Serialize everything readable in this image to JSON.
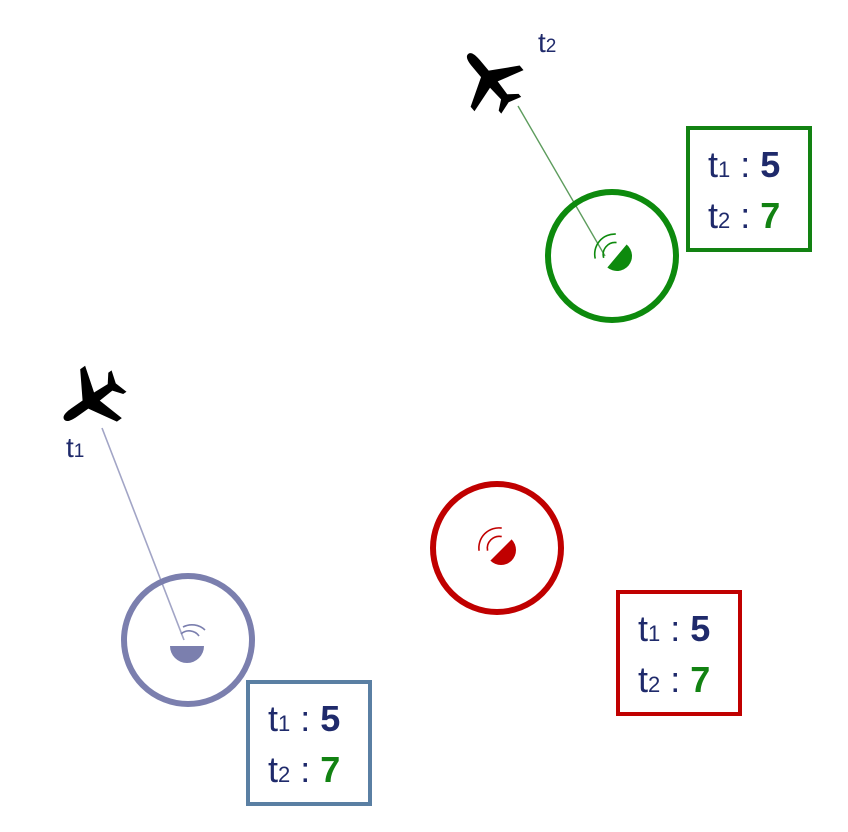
{
  "colors": {
    "green": "#0d8a0d",
    "red": "#c00000",
    "purple": "#7b7fae",
    "box_green": "#128212",
    "box_red": "#c00000",
    "box_blue": "#5a7fa3",
    "label_text": "#1f2a6b"
  },
  "planes": [
    {
      "id": "plane-t2",
      "label_base": "t",
      "label_sub": "2"
    },
    {
      "id": "plane-t1",
      "label_base": "t",
      "label_sub": "1"
    }
  ],
  "stations": [
    {
      "id": "green",
      "color": "green",
      "icon": "radar-dish-icon"
    },
    {
      "id": "red",
      "color": "red",
      "icon": "radar-dish-icon"
    },
    {
      "id": "purple",
      "color": "purple",
      "icon": "radar-dish-icon"
    }
  ],
  "boxes": {
    "green": {
      "t1_base": "t",
      "t1_sub": "1",
      "t1_value": "5",
      "t2_base": "t",
      "t2_sub": "2",
      "t2_value": "7",
      "separator": " : "
    },
    "red": {
      "t1_base": "t",
      "t1_sub": "1",
      "t1_value": "5",
      "t2_base": "t",
      "t2_sub": "2",
      "t2_value": "7",
      "separator": " : "
    },
    "blue": {
      "t1_base": "t",
      "t1_sub": "1",
      "t1_value": "5",
      "t2_base": "t",
      "t2_sub": "2",
      "t2_value": "7",
      "separator": " : "
    }
  }
}
